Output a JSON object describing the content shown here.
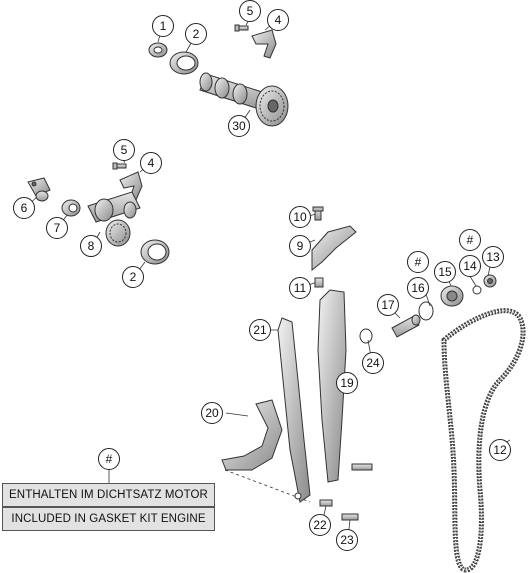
{
  "legend": {
    "marker": "#",
    "line1": "ENTHALTEN IM DICHTSATZ MOTOR",
    "line2": "INCLUDED IN GASKET KIT ENGINE"
  },
  "callouts": {
    "c1": "1",
    "c2a": "2",
    "c5a": "5",
    "c4a": "4",
    "c30": "30",
    "c5b": "5",
    "c4b": "4",
    "c6": "6",
    "c7": "7",
    "c8": "8",
    "c2b": "2",
    "c10": "10",
    "c9": "9",
    "c11": "11",
    "h14": "#",
    "c14": "14",
    "h16": "#",
    "c16": "16",
    "c15": "15",
    "c13": "13",
    "c17": "17",
    "c24": "24",
    "c21": "21",
    "c19": "19",
    "c20": "20",
    "c12": "12",
    "c22": "22",
    "c23": "23"
  },
  "colors": {
    "line": "#333333",
    "part_fill": "#d6d6d6",
    "part_dark": "#8c8c8c",
    "box_fill": "#e2e2e2"
  }
}
